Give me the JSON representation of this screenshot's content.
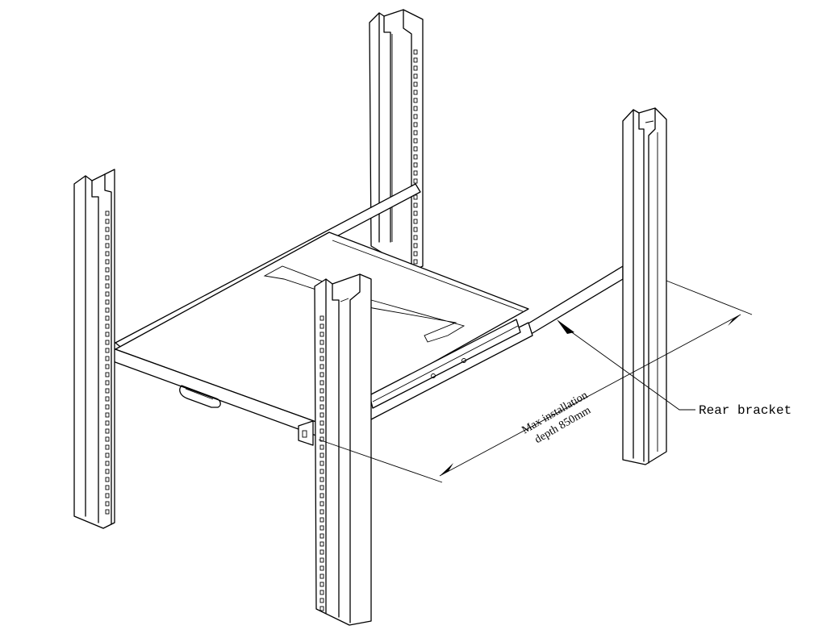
{
  "diagram": {
    "callouts": {
      "rear_bracket": "Rear bracket",
      "depth_line1": "Max installation",
      "depth_line2": "depth 850mm"
    }
  }
}
